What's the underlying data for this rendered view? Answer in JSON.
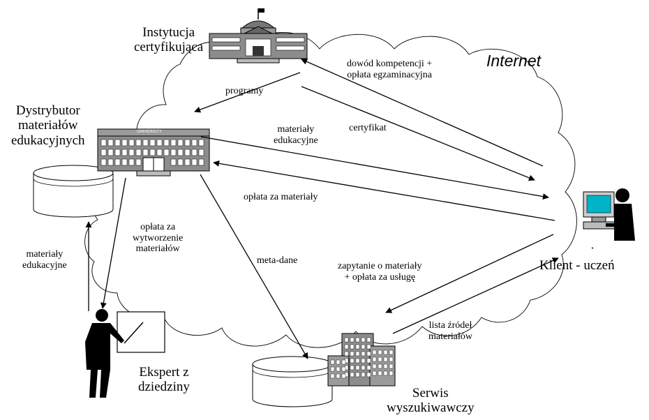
{
  "title": "Internet",
  "nodes": {
    "institution": "Instytucja\ncertyfikująca",
    "distributor": "Dystrybutor\nmateriałów\nedukacyjnych",
    "client": "Klient - uczeń",
    "expert": "Ekspert z\ndziedziny",
    "search_service": "Serwis\nwyszukiwawczy"
  },
  "building_sign": "UNIVERSITY",
  "edges": {
    "programs": "programy",
    "competence": "dowód kompetencji +\nopłata egzaminacyjna",
    "certificate": "certyfikat",
    "edu_materials_to_client": "materiały\nedukacyjne",
    "payment_materials": "opłata za materiały",
    "payment_production": "opłata za\nwytworzenie\nmateriałów",
    "edu_materials_to_db": "materiały\nedukacyjne",
    "metadata": "meta-dane",
    "query": "zapytanie o materiały\n+ opłata za usługę",
    "source_list": "lista źródeł\nmateriałów"
  },
  "colors": {
    "line": "#000000",
    "building": "#8c8c8c",
    "window": "#ffffff",
    "screen": "#00b3c8"
  }
}
